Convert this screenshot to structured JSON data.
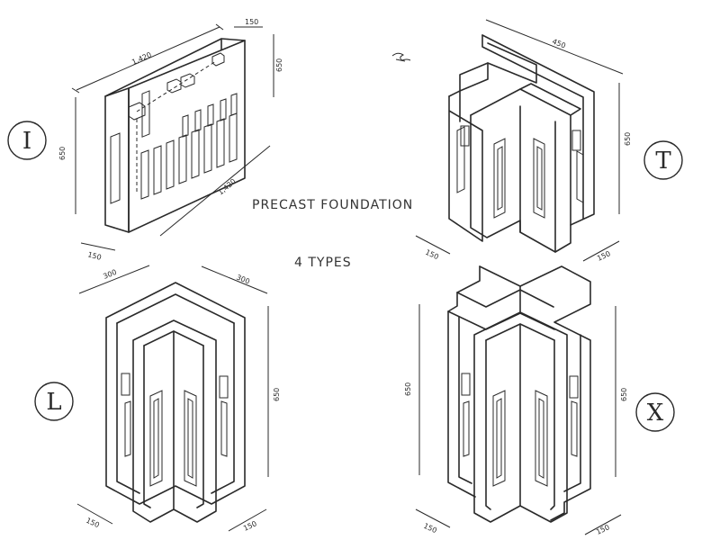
{
  "title": "PRECAST FOUNDATION",
  "subtitle": "4 TYPES",
  "types": {
    "I": {
      "letter": "I",
      "dims": {
        "top": "1,420",
        "right_top": "150",
        "right": "650",
        "left": "650",
        "bottom_right": "1,420",
        "bottom_left": "150"
      }
    },
    "T": {
      "letter": "T",
      "dims": {
        "top": "450",
        "right": "650",
        "bottom_left": "150",
        "bottom_right": "150"
      }
    },
    "L": {
      "letter": "L",
      "dims": {
        "top_left": "300",
        "top_right": "300",
        "right": "650",
        "bottom_left": "150",
        "bottom_right": "150"
      }
    },
    "X": {
      "letter": "X",
      "dims": {
        "left": "650",
        "right": "650",
        "bottom_left": "150",
        "bottom_right": "150"
      }
    }
  }
}
